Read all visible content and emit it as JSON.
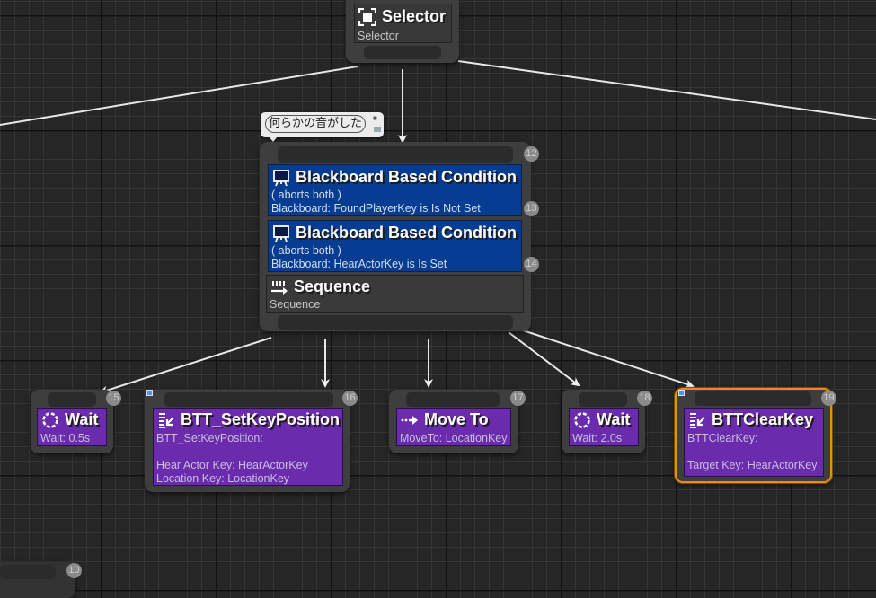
{
  "graph": {
    "comment": {
      "text": "何らかの音がした"
    },
    "nodes": {
      "selector": {
        "title": "Selector",
        "description": "Selector",
        "icon": "selector-icon"
      },
      "sequence_group": {
        "index": "12",
        "decorators": [
          {
            "title": "Blackboard Based Condition",
            "line1": "( aborts both )",
            "line2": "Blackboard: FoundPlayerKey is Is Not Set",
            "index": "13",
            "icon": "blackboard-icon"
          },
          {
            "title": "Blackboard Based Condition",
            "line1": "( aborts both )",
            "line2": "Blackboard: HearActorKey is Is Set",
            "index": "14",
            "icon": "blackboard-icon"
          }
        ],
        "composite": {
          "title": "Sequence",
          "description": "Sequence",
          "icon": "sequence-icon"
        }
      },
      "tasks": [
        {
          "title": "Wait",
          "description": "Wait: 0.5s",
          "index": "15",
          "icon": "wait-icon"
        },
        {
          "title": "BTT_SetKeyPosition",
          "description": "BTT_SetKeyPosition:\n\nHear Actor Key: HearActorKey\nLocation Key: LocationKey",
          "index": "16",
          "icon": "blueprint-task-icon"
        },
        {
          "title": "Move To",
          "description": "MoveTo: LocationKey",
          "index": "17",
          "icon": "move-to-icon"
        },
        {
          "title": "Wait",
          "description": "Wait: 2.0s",
          "index": "18",
          "icon": "wait-icon"
        },
        {
          "title": "BTTClearKey",
          "description": "BTTClearKey:\n\nTarget Key: HearActorKey",
          "index": "19",
          "icon": "blueprint-task-icon",
          "selected": true
        }
      ],
      "offscreen_node": {
        "index": "10"
      }
    },
    "colors": {
      "task": "#6a2cad",
      "decorator": "#063d93",
      "selection": "#e8900c",
      "wire": "#e8e8e8"
    }
  }
}
